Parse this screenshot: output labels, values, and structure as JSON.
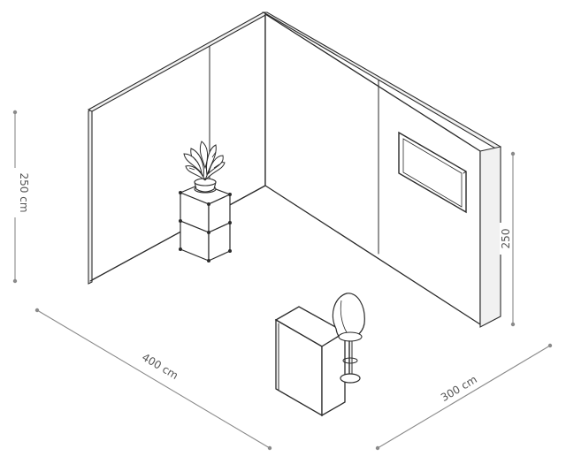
{
  "dimensions": {
    "height_left": "250 cm",
    "height_right": "250",
    "width": "400 cm",
    "depth": "300 cm"
  },
  "colors": {
    "line": "#2b2b2b",
    "dimension": "#8a8a8a",
    "label": "#555555",
    "background": "#ffffff"
  }
}
